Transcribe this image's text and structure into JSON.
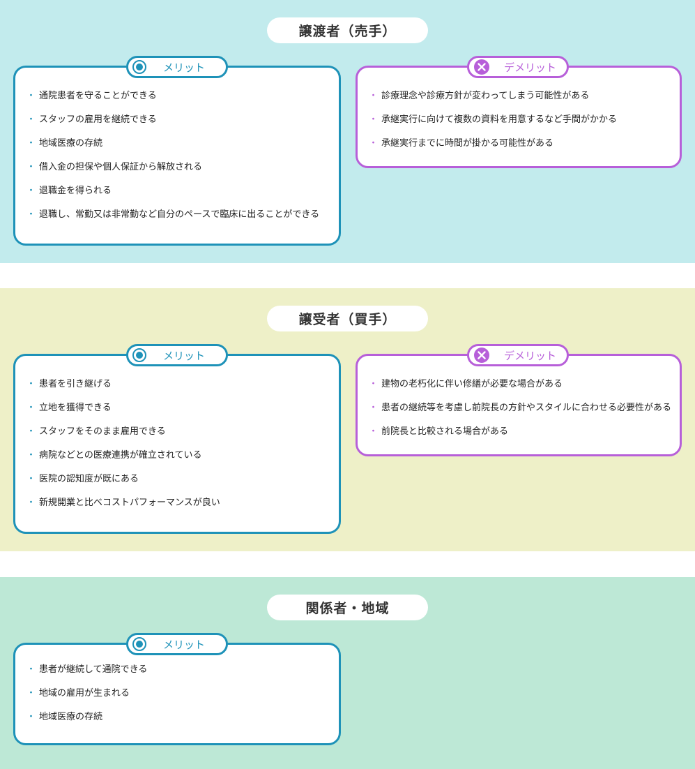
{
  "seller": {
    "title": "譲渡者（売手）",
    "merit_label": "メリット",
    "merit_items": [
      "通院患者を守ることができる",
      "スタッフの雇用を継続できる",
      "地域医療の存続",
      "借入金の担保や個人保証から解放される",
      "退職金を得られる",
      "退職し、常勤又は非常勤など自分のペースで臨床に出ることができる"
    ],
    "demerit_label": "デメリット",
    "demerit_items": [
      "診療理念や診療方針が変わってしまう可能性がある",
      "承継実行に向けて複数の資料を用意するなど手間がかかる",
      "承継実行までに時間が掛かる可能性がある"
    ]
  },
  "buyer": {
    "title": "譲受者（買手）",
    "merit_label": "メリット",
    "merit_items": [
      "患者を引き継げる",
      "立地を獲得できる",
      "スタッフをそのまま雇用できる",
      "病院などとの医療連携が確立されている",
      "医院の認知度が既にある",
      "新規開業と比べコストパフォーマンスが良い"
    ],
    "demerit_label": "デメリット",
    "demerit_items": [
      "建物の老朽化に伴い修繕が必要な場合がある",
      "患者の継続等を考慮し前院長の方針やスタイルに合わせる必要性がある",
      "前院長と比較される場合がある"
    ]
  },
  "region": {
    "title": "関係者・地域",
    "merit_label": "メリット",
    "merit_items": [
      "患者が継続して通院できる",
      "地域の雇用が生まれる",
      "地域医療の存続"
    ]
  },
  "colors": {
    "merit": "#1e92b8",
    "demerit": "#b75fd9",
    "seller_bg": "#c2ebed",
    "buyer_bg": "#eef0c8",
    "region_bg": "#bde8d6"
  },
  "icons": {
    "merit": "target-circle-icon",
    "demerit": "x-circle-icon"
  }
}
